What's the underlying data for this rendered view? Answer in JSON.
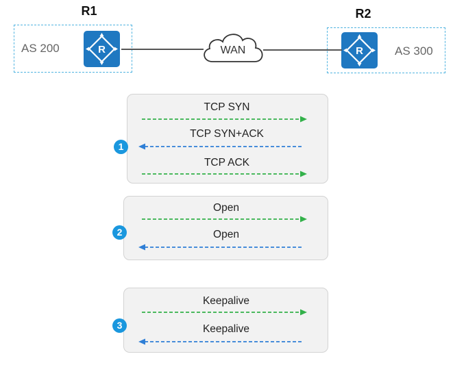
{
  "routers": {
    "r1": {
      "name": "R1",
      "as": "AS 200"
    },
    "r2": {
      "name": "R2",
      "as": "AS 300"
    }
  },
  "wan": {
    "label": "WAN"
  },
  "colors": {
    "request_arrow": "#33b14a",
    "reply_arrow": "#2f7fd6",
    "router": "#1f78c1",
    "as_border": "#4fb3e0",
    "step_badge": "#1a97de"
  },
  "phases": [
    {
      "step": "1",
      "messages": [
        {
          "label": "TCP SYN",
          "direction": "R1-to-R2"
        },
        {
          "label": "TCP SYN+ACK",
          "direction": "R2-to-R1"
        },
        {
          "label": "TCP ACK",
          "direction": "R1-to-R2"
        }
      ]
    },
    {
      "step": "2",
      "messages": [
        {
          "label": "Open",
          "direction": "R1-to-R2"
        },
        {
          "label": "Open",
          "direction": "R2-to-R1"
        }
      ]
    },
    {
      "step": "3",
      "messages": [
        {
          "label": "Keepalive",
          "direction": "R1-to-R2"
        },
        {
          "label": "Keepalive",
          "direction": "R2-to-R1"
        }
      ]
    }
  ]
}
